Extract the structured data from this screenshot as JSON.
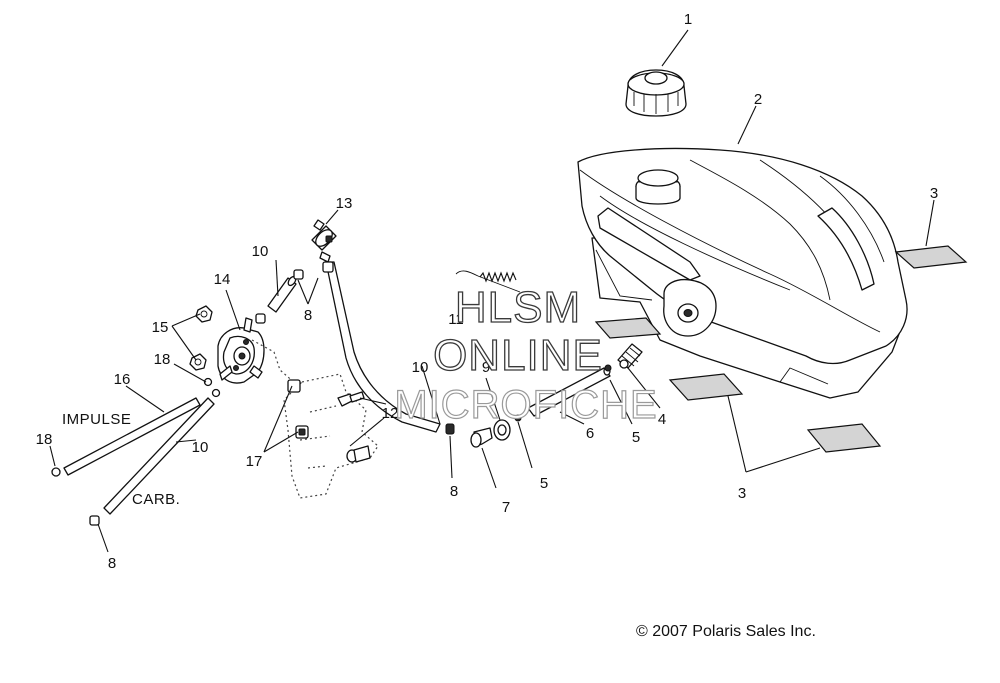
{
  "diagram": {
    "callouts": [
      {
        "id": "c1",
        "text": "1"
      },
      {
        "id": "c2",
        "text": "2"
      },
      {
        "id": "c3a",
        "text": "3"
      },
      {
        "id": "c3b",
        "text": "3"
      },
      {
        "id": "c4",
        "text": "4"
      },
      {
        "id": "c5a",
        "text": "5"
      },
      {
        "id": "c5b",
        "text": "5"
      },
      {
        "id": "c6",
        "text": "6"
      },
      {
        "id": "c7",
        "text": "7"
      },
      {
        "id": "c8a",
        "text": "8"
      },
      {
        "id": "c8b",
        "text": "8"
      },
      {
        "id": "c8c",
        "text": "8"
      },
      {
        "id": "c9",
        "text": "9"
      },
      {
        "id": "c10a",
        "text": "10"
      },
      {
        "id": "c10b",
        "text": "10"
      },
      {
        "id": "c10c",
        "text": "10"
      },
      {
        "id": "c11",
        "text": "11"
      },
      {
        "id": "c12",
        "text": "12"
      },
      {
        "id": "c13",
        "text": "13"
      },
      {
        "id": "c14",
        "text": "14"
      },
      {
        "id": "c15",
        "text": "15"
      },
      {
        "id": "c16",
        "text": "16"
      },
      {
        "id": "c17",
        "text": "17"
      },
      {
        "id": "c18a",
        "text": "18"
      },
      {
        "id": "c18b",
        "text": "18"
      }
    ],
    "labels": {
      "impulse": "IMPULSE",
      "carb": "CARB."
    }
  },
  "watermark": {
    "line1": "HLSM",
    "line2": "ONLINE",
    "line3": "MICROFICHE"
  },
  "copyright": "© 2007 Polaris Sales Inc."
}
